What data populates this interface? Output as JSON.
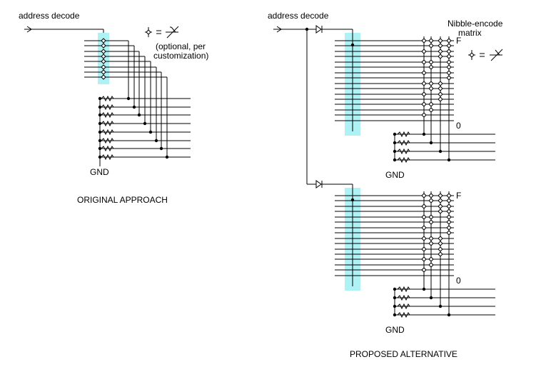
{
  "left": {
    "input_label": "address decode",
    "legend_note_1": "(optional, per",
    "legend_note_2": "customization)",
    "gnd_label": "GND",
    "caption": "ORIGINAL APPROACH"
  },
  "right": {
    "input_label": "address decode",
    "matrix_label_1": "Nibble-encode",
    "matrix_label_2": "matrix",
    "top_block": {
      "high_label": "F",
      "low_label": "0",
      "gnd_label": "GND"
    },
    "bottom_block": {
      "high_label": "F",
      "low_label": "0",
      "gnd_label": "GND"
    },
    "caption": "PROPOSED ALTERNATIVE"
  },
  "encode_pattern": [
    [
      1,
      1,
      1,
      1
    ],
    [
      0,
      1,
      1,
      1
    ],
    [
      1,
      0,
      1,
      1
    ],
    [
      0,
      0,
      1,
      1
    ],
    [
      1,
      1,
      0,
      1
    ],
    [
      0,
      1,
      0,
      1
    ],
    [
      1,
      0,
      0,
      1
    ],
    [
      0,
      0,
      0,
      1
    ],
    [
      1,
      1,
      1,
      0
    ],
    [
      0,
      1,
      1,
      0
    ],
    [
      1,
      0,
      1,
      0
    ],
    [
      0,
      0,
      1,
      0
    ],
    [
      1,
      1,
      0,
      0
    ],
    [
      0,
      1,
      0,
      0
    ],
    [
      1,
      0,
      0,
      0
    ],
    [
      0,
      0,
      0,
      0
    ]
  ]
}
